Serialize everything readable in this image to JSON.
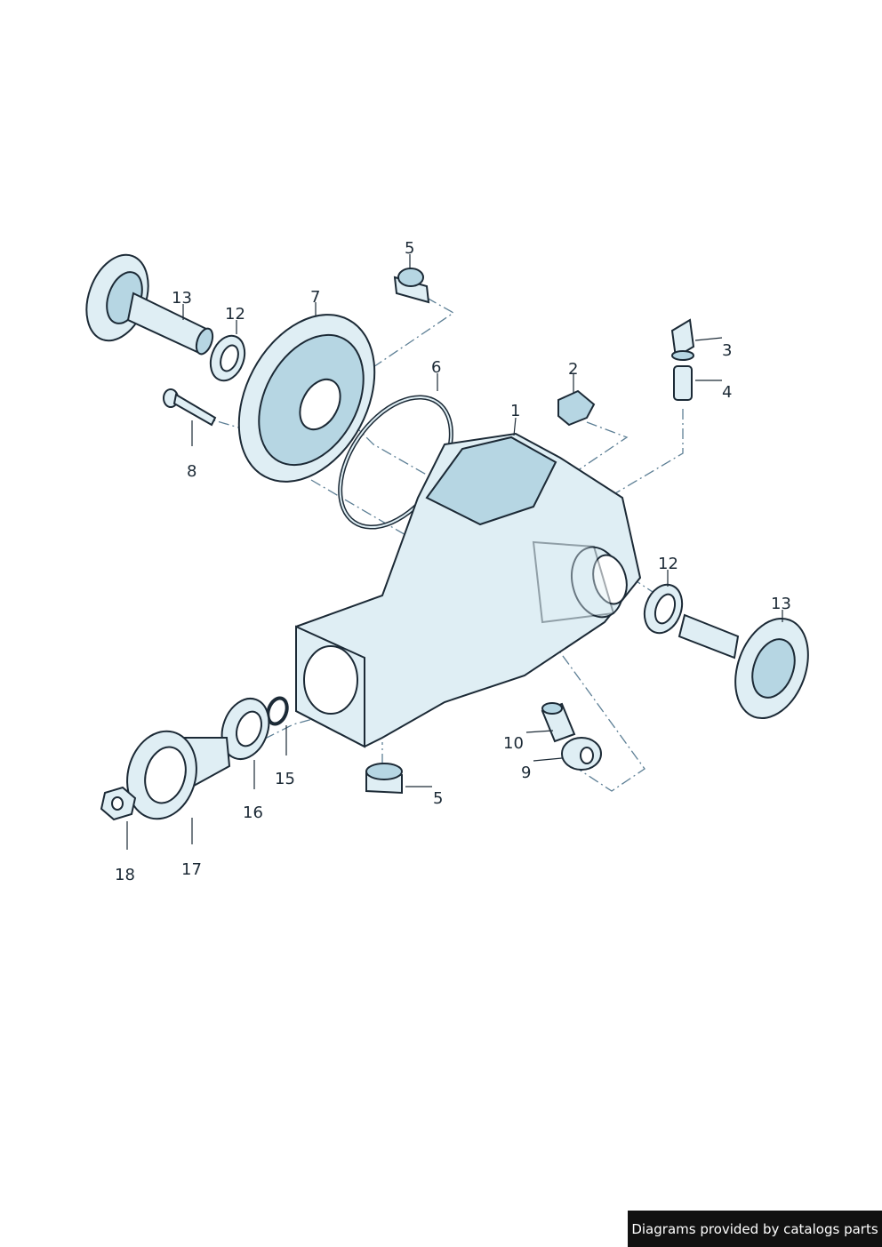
{
  "callouts": [
    "1",
    "2",
    "3",
    "4",
    "5",
    "5",
    "6",
    "7",
    "8",
    "9",
    "10",
    "12",
    "12",
    "13",
    "13",
    "15",
    "16",
    "17",
    "18"
  ],
  "credit": "Diagrams provided by catalogs parts",
  "colors": {
    "part_fill": "#dfeef4",
    "part_shade": "#b6d6e3",
    "outline": "#1c2a36",
    "badge_bg": "#111111"
  }
}
